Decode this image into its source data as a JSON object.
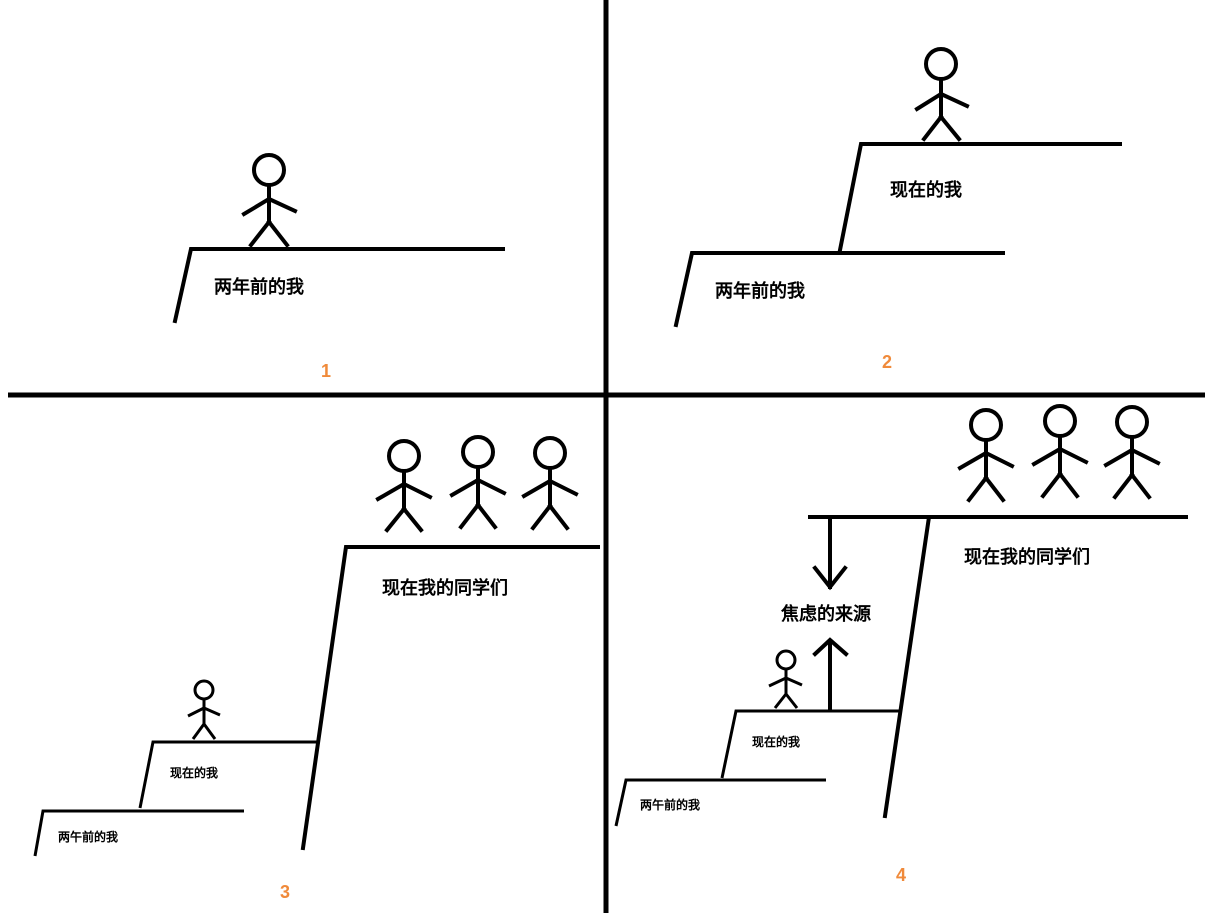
{
  "colors": {
    "ink": "#000000",
    "panel_number": "#f08a3a",
    "background": "#ffffff"
  },
  "panels": [
    {
      "number": "1",
      "labels": {
        "two_years_ago": "两年前的我"
      }
    },
    {
      "number": "2",
      "labels": {
        "two_years_ago": "两年前的我",
        "now": "现在的我"
      }
    },
    {
      "number": "3",
      "labels": {
        "two_years_ago": "两午前的我",
        "now": "现在的我",
        "classmates": "现在我的同学们"
      }
    },
    {
      "number": "4",
      "labels": {
        "two_years_ago": "两午前的我",
        "now": "现在的我",
        "classmates": "现在我的同学们",
        "anxiety": "焦虑的来源"
      }
    }
  ]
}
